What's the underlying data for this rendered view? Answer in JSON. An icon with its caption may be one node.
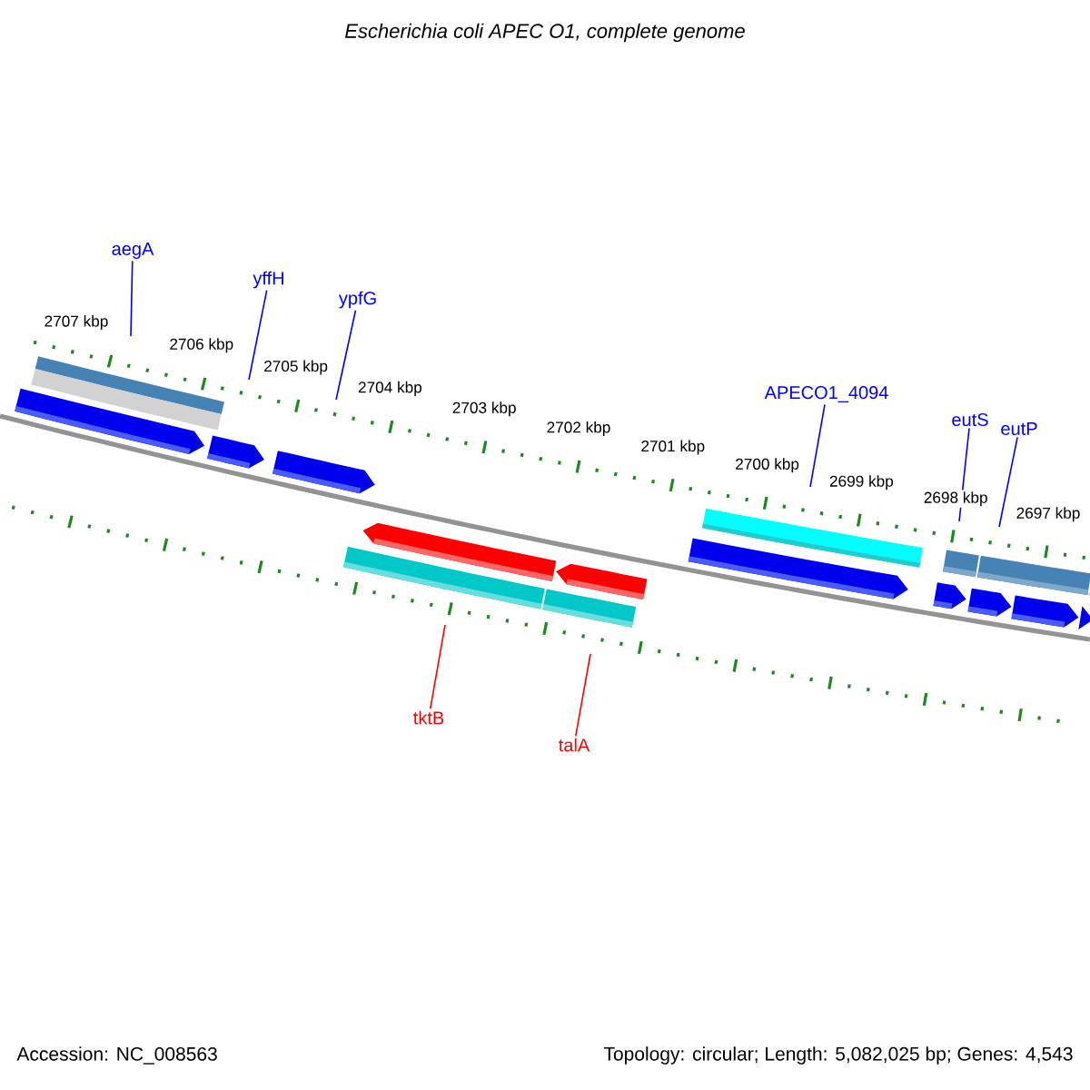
{
  "diagram": {
    "title": "Escherichia coli APEC O1, complete genome",
    "nodes": [
      {
        "text": [
          "aegA"
        ]
      },
      {
        "text": [
          "yffH"
        ]
      },
      {
        "text": [
          "ypfG"
        ]
      },
      {
        "text": [
          "APECO1_4094"
        ]
      },
      {
        "text": [
          "eutS"
        ]
      },
      {
        "text": [
          "eutP"
        ]
      },
      {
        "text": [
          "tktB"
        ]
      },
      {
        "text": [
          "talA"
        ]
      }
    ],
    "edges": [
      {
        "from": 0,
        "to": null,
        "arrow": "none"
      },
      {
        "from": 1,
        "to": null,
        "arrow": "none"
      },
      {
        "from": 2,
        "to": null,
        "arrow": "none"
      },
      {
        "from": 3,
        "to": null,
        "arrow": "none"
      },
      {
        "from": 4,
        "to": null,
        "arrow": "none"
      },
      {
        "from": 5,
        "to": null,
        "arrow": "none"
      },
      {
        "from": 6,
        "to": null,
        "arrow": "none",
        "color": "#ff0000"
      },
      {
        "from": 7,
        "to": null,
        "arrow": "none",
        "color": "#ff0000"
      }
    ],
    "labels": [
      "2707 kbp",
      "2706 kbp",
      "2705 kbp",
      "2704 kbp",
      "2703 kbp",
      "2702 kbp",
      "2701 kbp",
      "2700 kbp",
      "2699 kbp",
      "2698 kbp",
      "2697 kbp",
      "Accession: NC_008563",
      "Topology: circular; Length: 5,082,025 bp; Genes: 4,543"
    ]
  }
}
